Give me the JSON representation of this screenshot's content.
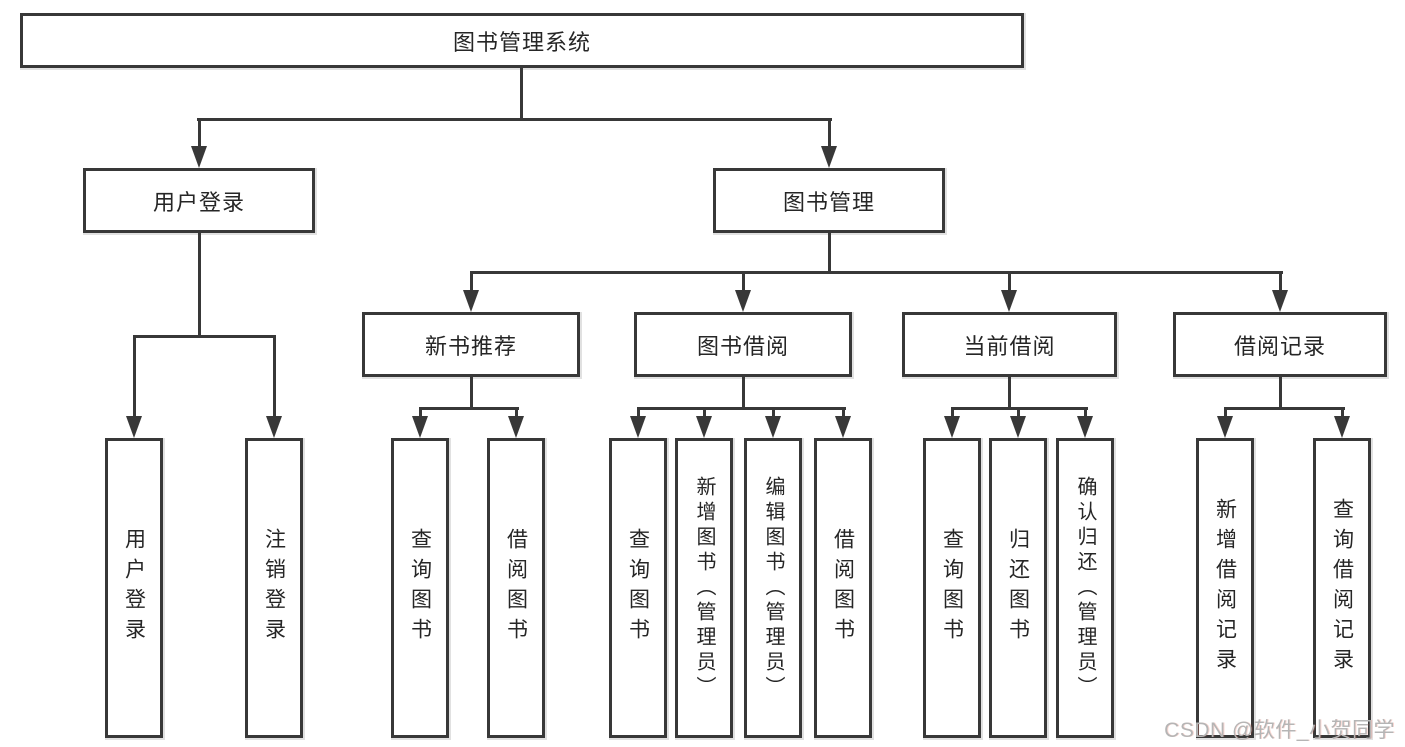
{
  "diagram": {
    "root": {
      "label": "图书管理系统"
    },
    "branches": [
      {
        "label": "用户登录",
        "children": [
          {
            "label": "用户登录"
          },
          {
            "label": "注销登录"
          }
        ]
      },
      {
        "label": "图书管理",
        "children": [
          {
            "label": "新书推荐",
            "children": [
              {
                "label": "查询图书"
              },
              {
                "label": "借阅图书"
              }
            ]
          },
          {
            "label": "图书借阅",
            "children": [
              {
                "label": "查询图书"
              },
              {
                "label": "新增图书（管理员）"
              },
              {
                "label": "编辑图书（管理员）"
              },
              {
                "label": "借阅图书"
              }
            ]
          },
          {
            "label": "当前借阅",
            "children": [
              {
                "label": "查询图书"
              },
              {
                "label": "归还图书"
              },
              {
                "label": "确认归还（管理员）"
              }
            ]
          },
          {
            "label": "借阅记录",
            "children": [
              {
                "label": "新增借阅记录"
              },
              {
                "label": "查询借阅记录"
              }
            ]
          }
        ]
      }
    ],
    "watermark": {
      "text": "CSDN @软件_小贺同学"
    },
    "colors": {
      "line": "#383838",
      "text": "#262626",
      "box_background": "#ffffff",
      "watermark": "#b5b5b5"
    }
  }
}
